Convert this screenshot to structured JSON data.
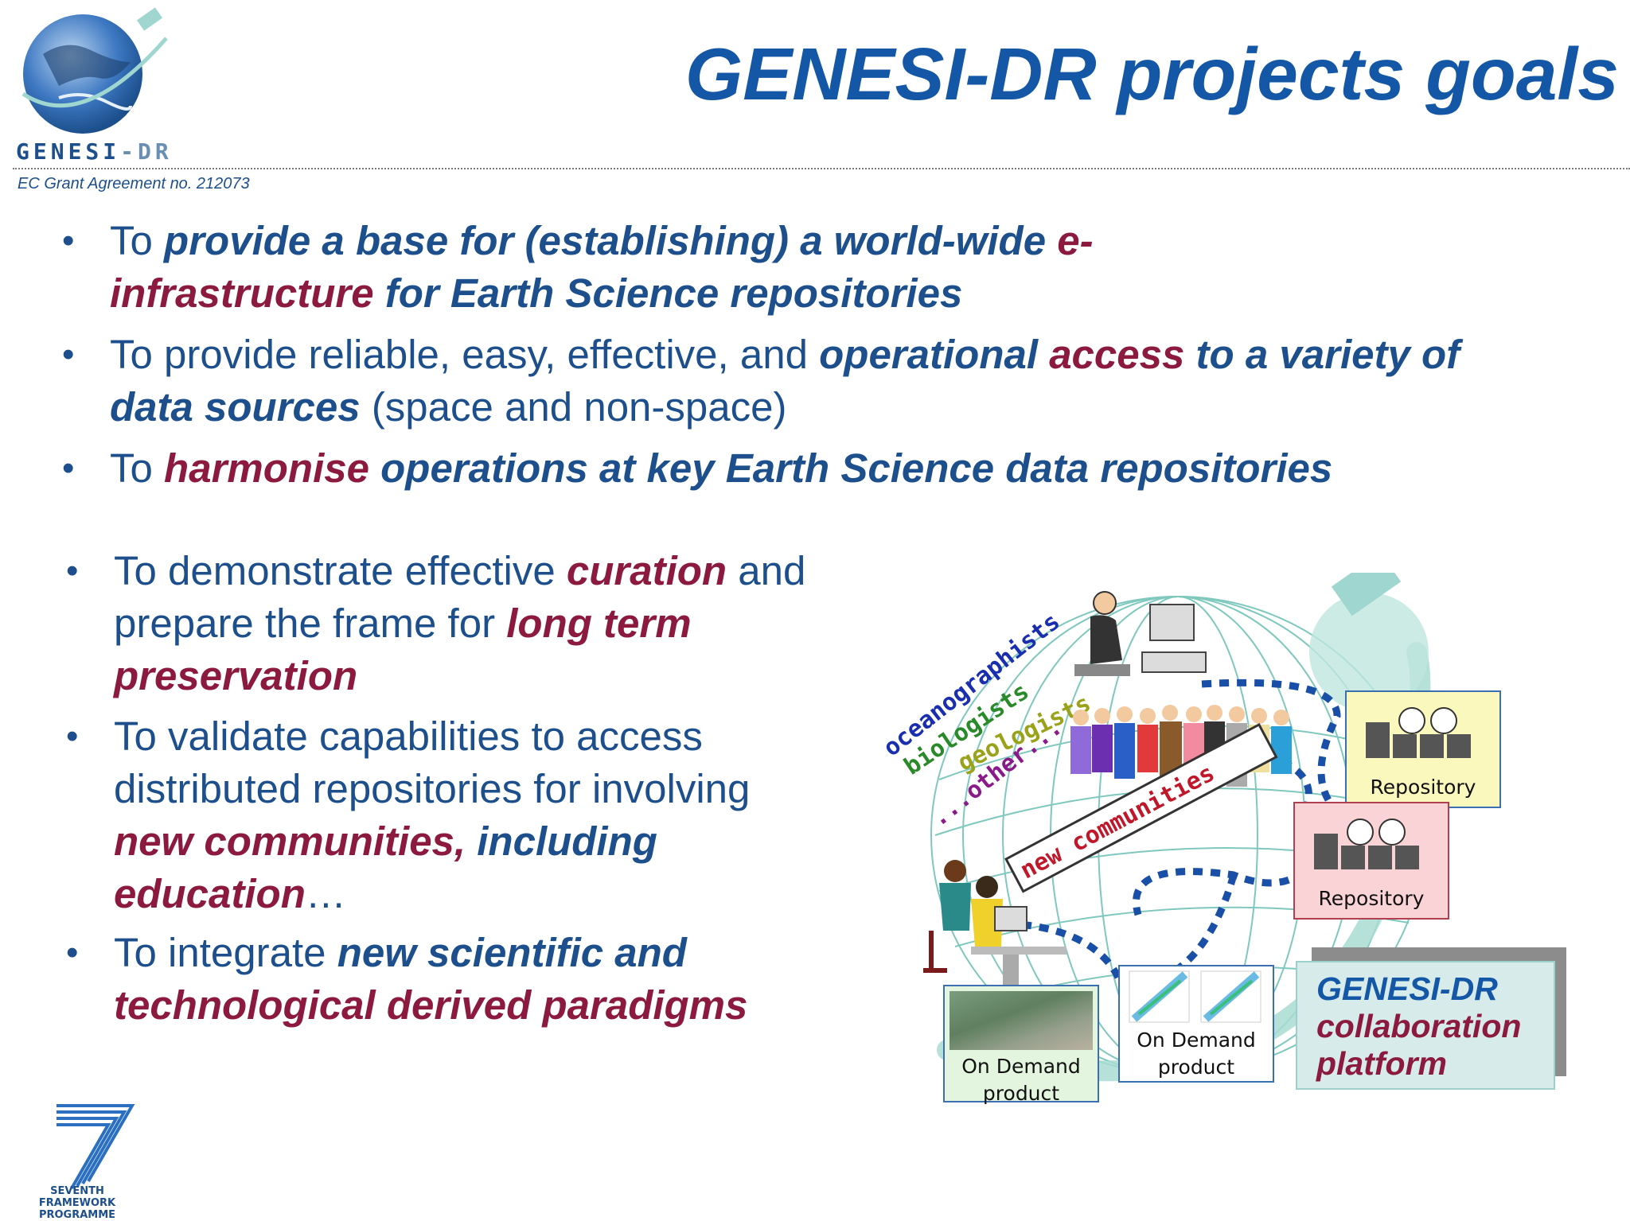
{
  "header": {
    "logo_text": "GENESI",
    "logo_text_suffix": "-DR",
    "title": "GENESI-DR projects goals",
    "grant": "EC Grant Agreement no. 212073"
  },
  "bullets": [
    {
      "parts": [
        {
          "t": "To ",
          "s": "n"
        },
        {
          "t": "provide a base for (establishing) a world-wide ",
          "s": "b"
        },
        {
          "t": "e-infrastructure",
          "s": "r"
        },
        {
          "t": " for Earth Science repositories",
          "s": "b"
        }
      ]
    },
    {
      "parts": [
        {
          "t": "To provide reliable, easy, effective, and ",
          "s": "n"
        },
        {
          "t": "operational ",
          "s": "b"
        },
        {
          "t": "access",
          "s": "r"
        },
        {
          "t": " to a variety of data sources",
          "s": "b"
        },
        {
          "t": " (space and non-space)",
          "s": "n"
        }
      ]
    },
    {
      "parts": [
        {
          "t": "To ",
          "s": "n"
        },
        {
          "t": "harmonise",
          "s": "r"
        },
        {
          "t": " operations at key Earth Science data repositories",
          "s": "b"
        }
      ]
    },
    {
      "parts": [
        {
          "t": "To demonstrate effective ",
          "s": "n"
        },
        {
          "t": "curation",
          "s": "r"
        },
        {
          "t": " and prepare the frame for ",
          "s": "n"
        },
        {
          "t": "long term preservation",
          "s": "r"
        }
      ]
    },
    {
      "parts": [
        {
          "t": "To validate capabilities to access distributed repositories for involving ",
          "s": "n"
        },
        {
          "t": "new communities,",
          "s": "r"
        },
        {
          "t": " including ",
          "s": "b"
        },
        {
          "t": "education",
          "s": "r"
        },
        {
          "t": "…",
          "s": "n"
        }
      ]
    },
    {
      "parts": [
        {
          "t": "To integrate ",
          "s": "n"
        },
        {
          "t": "new scientific and ",
          "s": "b"
        },
        {
          "t": "technological derived paradigms",
          "s": "r"
        }
      ]
    }
  ],
  "diagram": {
    "roles": [
      {
        "label": "oceanographists",
        "color": "#1a2fb0"
      },
      {
        "label": "biologists",
        "color": "#2a8a2a"
      },
      {
        "label": "geologists",
        "color": "#9aa21a"
      },
      {
        "label": "...other...",
        "color": "#8a1a8a"
      }
    ],
    "new_communities": "new communities",
    "repositories": [
      {
        "label": "Repository"
      },
      {
        "label": "Repository"
      }
    ],
    "on_demand": [
      {
        "line1": "On Demand",
        "line2": "product"
      },
      {
        "line1": "On Demand",
        "line2": "product"
      }
    ],
    "platform": {
      "line1": "GENESI-DR",
      "line2": "collaboration",
      "line3": "platform"
    }
  },
  "footer": {
    "fp7_line1": "SEVENTH FRAMEWORK",
    "fp7_line2": "PROGRAMME"
  },
  "colors": {
    "title_blue": "#1357a6",
    "text_blue": "#1c4f8c",
    "accent_red": "#8b1a3e"
  }
}
